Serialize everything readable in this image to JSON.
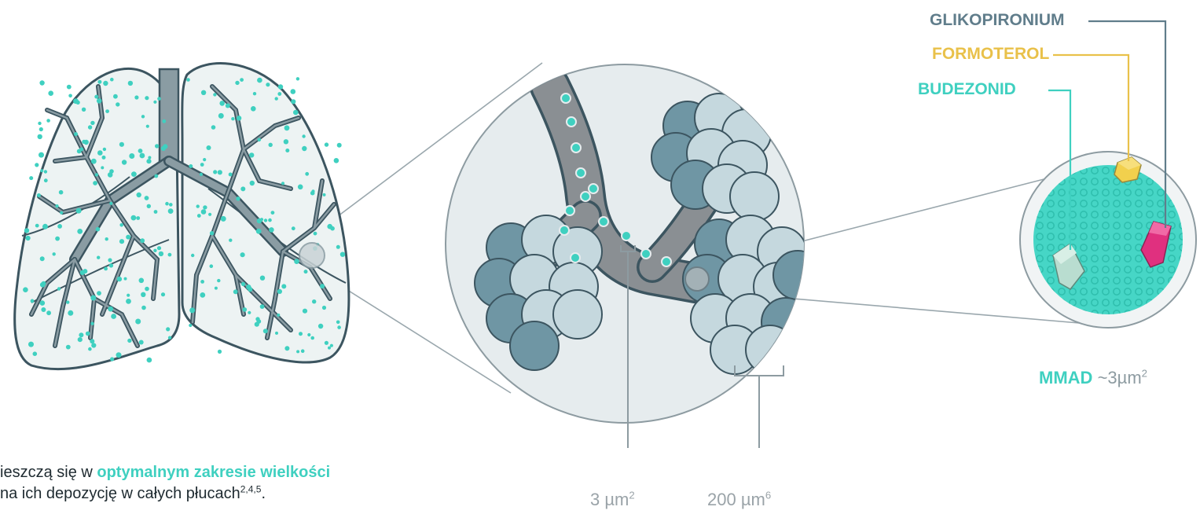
{
  "colors": {
    "teal": "#3fd0c0",
    "outline": "#3c5560",
    "slate": "#607d8b",
    "gold": "#e9c14a",
    "magenta": "#e0307f",
    "alveoli_dark": "#6f96a4",
    "alveoli_light": "#c5d8de",
    "circle_bg": "#e6ecee",
    "grey_text": "#9aa3a8"
  },
  "legend": {
    "glikopironium": "GLIKOPIRONIUM",
    "formoterol": "FORMOTEROL",
    "budezonid": "BUDEZONID"
  },
  "mmad": {
    "label": "MMAD",
    "value": "~3µm",
    "sup": "2"
  },
  "scale": {
    "airway": {
      "value": "3 µm",
      "sup": "2"
    },
    "alveolus": {
      "value": "200 µm",
      "sup": "6"
    }
  },
  "caption": {
    "line1_pre": "ieszczą się w ",
    "line1_highlight": "optymalnym zakresie wielkości",
    "line2": " na ich depozycję w całych płucach",
    "line2_sup": "2,4,5",
    "line2_end": "."
  },
  "icons": {
    "lungs": "lungs-illustration",
    "zoom_bronchiole": "bronchiole-alveoli-zoom",
    "zoom_particle": "particle-zoom"
  }
}
